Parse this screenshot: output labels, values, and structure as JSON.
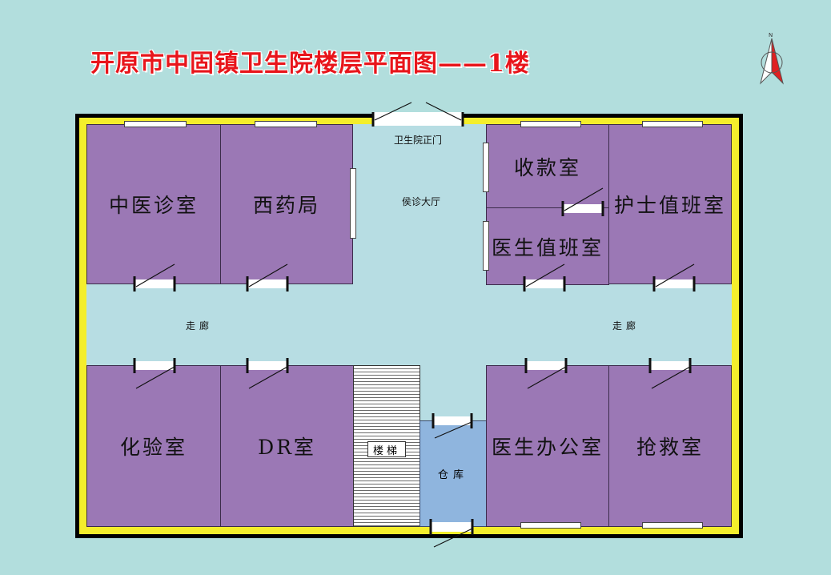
{
  "title": "开原市中固镇卫生院楼层平面图——1楼",
  "rooms": {
    "tcm_clinic": "中医诊室",
    "western_pharmacy": "西药局",
    "cashier": "收款室",
    "nurse_duty": "护士值班室",
    "doctor_duty": "医生值班室",
    "lab": "化验室",
    "dr_room": "DR室",
    "doctor_office": "医生办公室",
    "emergency": "抢救室",
    "storage": "仓库",
    "stairs": "楼梯"
  },
  "labels": {
    "main_gate": "卫生院正门",
    "waiting_hall": "侯诊大厅",
    "corridor_left": "走廊",
    "corridor_right": "走廊"
  },
  "compass": {
    "north_letter": "N"
  },
  "colors": {
    "room": "#9b78b5",
    "corridor": "#b7dde3",
    "wall_yellow": "#f4ee2c",
    "storage": "#8fb5de",
    "title": "#e8151b",
    "background": "#b2dedd"
  }
}
